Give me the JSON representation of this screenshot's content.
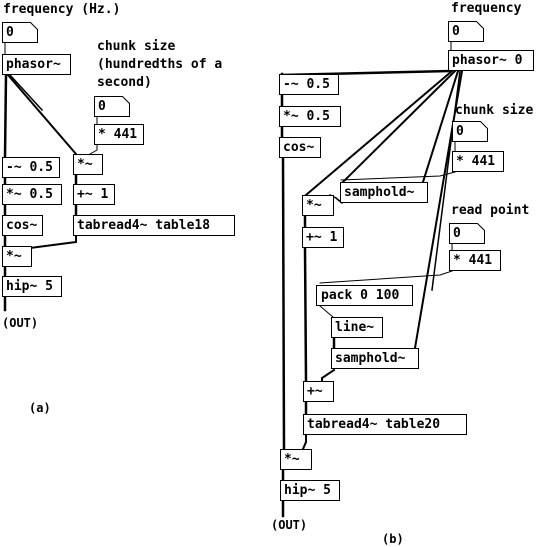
{
  "left_patch": {
    "freq_label": "frequency (Hz.)",
    "freq_number": "0",
    "phasor": "phasor~",
    "chunk_label_1": "chunk size",
    "chunk_label_2": "(hundredths of a",
    "chunk_label_3": "second)",
    "chunk_number": "0",
    "mul441": "* 441",
    "minus05": "-~ 0.5",
    "mulsig_a": "*~",
    "mul05": "*~ 0.5",
    "plus1": "+~ 1",
    "cos": "cos~",
    "tabread": "tabread4~ table18",
    "mulsig_b": "*~",
    "hip": "hip~ 5",
    "out_label": "(OUT)",
    "caption": "(a)"
  },
  "right_patch": {
    "freq_label": "frequency",
    "freq_number": "0",
    "phasor": "phasor~ 0",
    "minus05": "-~ 0.5",
    "mul05": "*~ 0.5",
    "cos": "cos~",
    "chunk_label": "chunk size",
    "chunk_number": "0",
    "mul441_a": "* 441",
    "samphold_a": "samphold~",
    "mulsig_a": "*~",
    "read_label": "read point",
    "read_number": "0",
    "mul441_b": "* 441",
    "plus1": "+~ 1",
    "pack": "pack 0 100",
    "line": "line~",
    "samphold_b": "samphold~",
    "plussig": "+~",
    "tabread": "tabread4~ table20",
    "mulsig_b": "*~",
    "hip": "hip~ 5",
    "out_label": "(OUT)",
    "caption": "(b)"
  }
}
